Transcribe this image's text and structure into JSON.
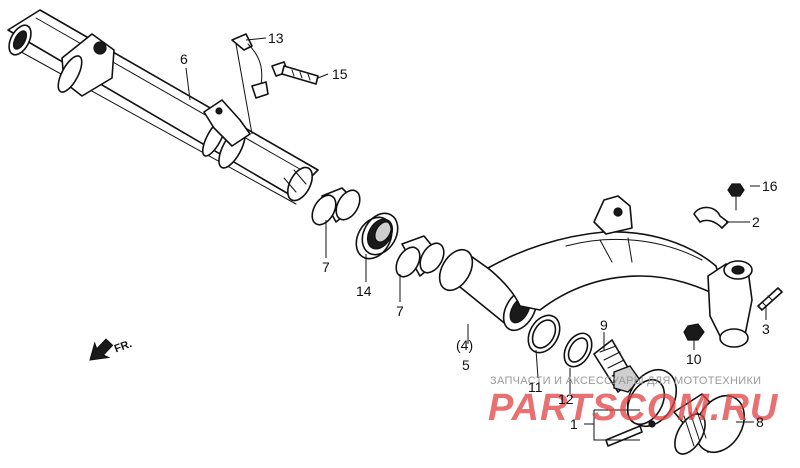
{
  "callouts": {
    "c1": "1",
    "c2": "2",
    "c3": "3",
    "c4": "(4)",
    "c5": "5",
    "c6": "6",
    "c7a": "7",
    "c7b": "7",
    "c8": "8",
    "c9": "9",
    "c10": "10",
    "c11": "11",
    "c12": "12",
    "c13": "13",
    "c14": "14",
    "c15": "15",
    "c16": "16"
  },
  "direction": {
    "label": "FR."
  },
  "watermark": {
    "caption": "ЗАПЧАСТИ И АКСЕССУАРЫ ДЛЯ МОТОТЕХНИКИ",
    "brand": "PARTSCOM.RU",
    "color": "#e04040"
  }
}
